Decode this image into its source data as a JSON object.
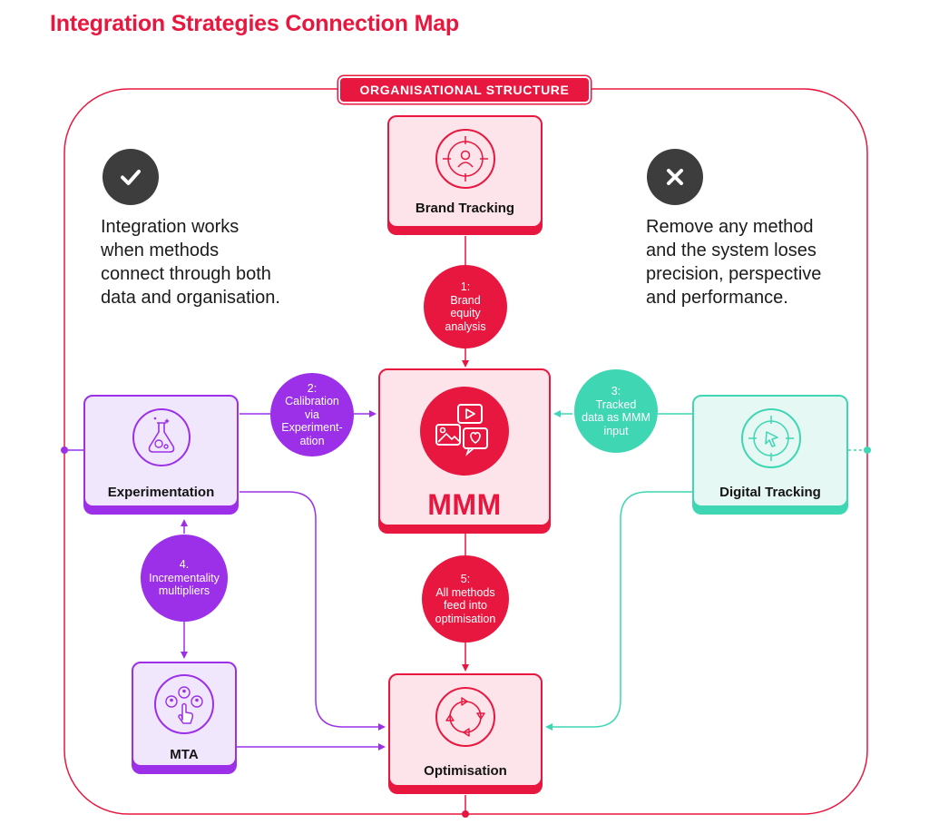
{
  "title": "Integration Strategies Connection Map",
  "frame_label": "ORGANISATIONAL STRUCTURE",
  "left_message": {
    "icon": "check-icon",
    "text": "Integration works\nwhen methods\nconnect through both\ndata and organisation."
  },
  "right_message": {
    "icon": "cross-icon",
    "text": "Remove any method\nand the system loses\nprecision, perspective\nand performance."
  },
  "nodes": {
    "brand_tracking": {
      "label": "Brand Tracking",
      "icon": "target-person-icon"
    },
    "mmm": {
      "label": "MMM",
      "icon": "media-icons"
    },
    "experimentation": {
      "label": "Experimentation",
      "icon": "flask-icon"
    },
    "digital_tracking": {
      "label": "Digital Tracking",
      "icon": "target-cursor-icon"
    },
    "mta": {
      "label": "MTA",
      "icon": "people-touch-icon"
    },
    "optimisation": {
      "label": "Optimisation",
      "icon": "cycle-arrows-icon"
    }
  },
  "steps": {
    "s1": {
      "num": "1:",
      "text": "Brand\nequity\nanalysis"
    },
    "s2": {
      "num": "2:",
      "text": "Calibration\nvia\nExperiment-\nation"
    },
    "s3": {
      "num": "3:",
      "text": "Tracked\ndata as MMM\ninput"
    },
    "s4": {
      "num": "4.",
      "text": "Incrementality\nmultipliers"
    },
    "s5": {
      "num": "5:",
      "text": "All methods\nfeed into\noptimisation"
    }
  },
  "colors": {
    "red": "#e8173f",
    "purple": "#9b30e8",
    "teal": "#3fd6b4",
    "dark": "#3d3d3d"
  }
}
